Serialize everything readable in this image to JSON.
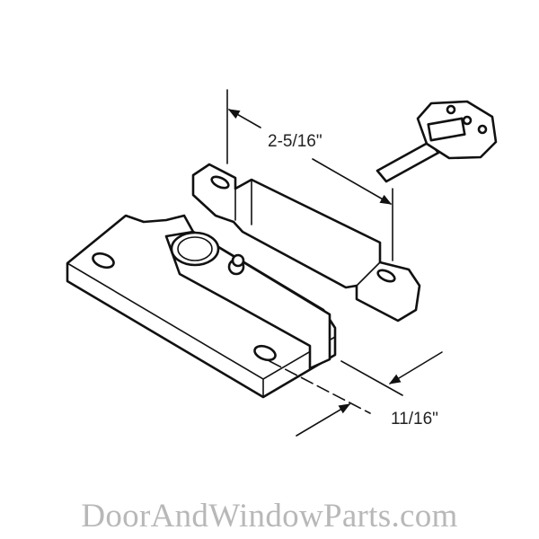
{
  "diagram": {
    "dimensions": {
      "keeper_length": "2-5/16\"",
      "base_width": "11/16\""
    },
    "watermark": "DoorAndWindowParts.com",
    "line_color": "#111111",
    "watermark_color": "#b8b8b8"
  }
}
